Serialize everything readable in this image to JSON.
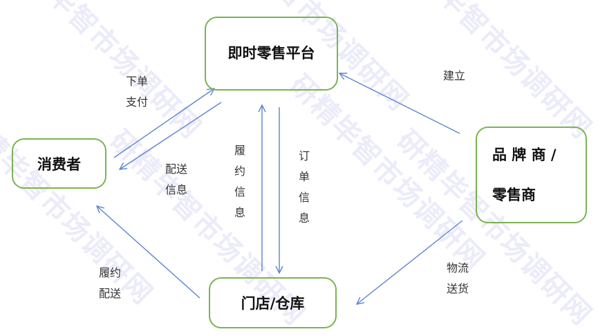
{
  "watermark": "研精毕智市场调研网",
  "colors": {
    "box_border": "#7ab34f",
    "arrow": "#5b83d0"
  },
  "nodes": {
    "platform": "即时零售平台",
    "consumer": "消费者",
    "brand_line1": "品 牌 商 /",
    "brand_line2": "零售商",
    "store": "门店/仓库"
  },
  "edges": {
    "order_pay": [
      "下单",
      "支付"
    ],
    "delivery_info": [
      "配送",
      "信息"
    ],
    "fulfillment_info": "履约信息",
    "order_info": "订单信息",
    "establish": "建立",
    "logistics": [
      "物流",
      "送货"
    ],
    "fulfillment_delivery": [
      "履约",
      "配送"
    ]
  }
}
